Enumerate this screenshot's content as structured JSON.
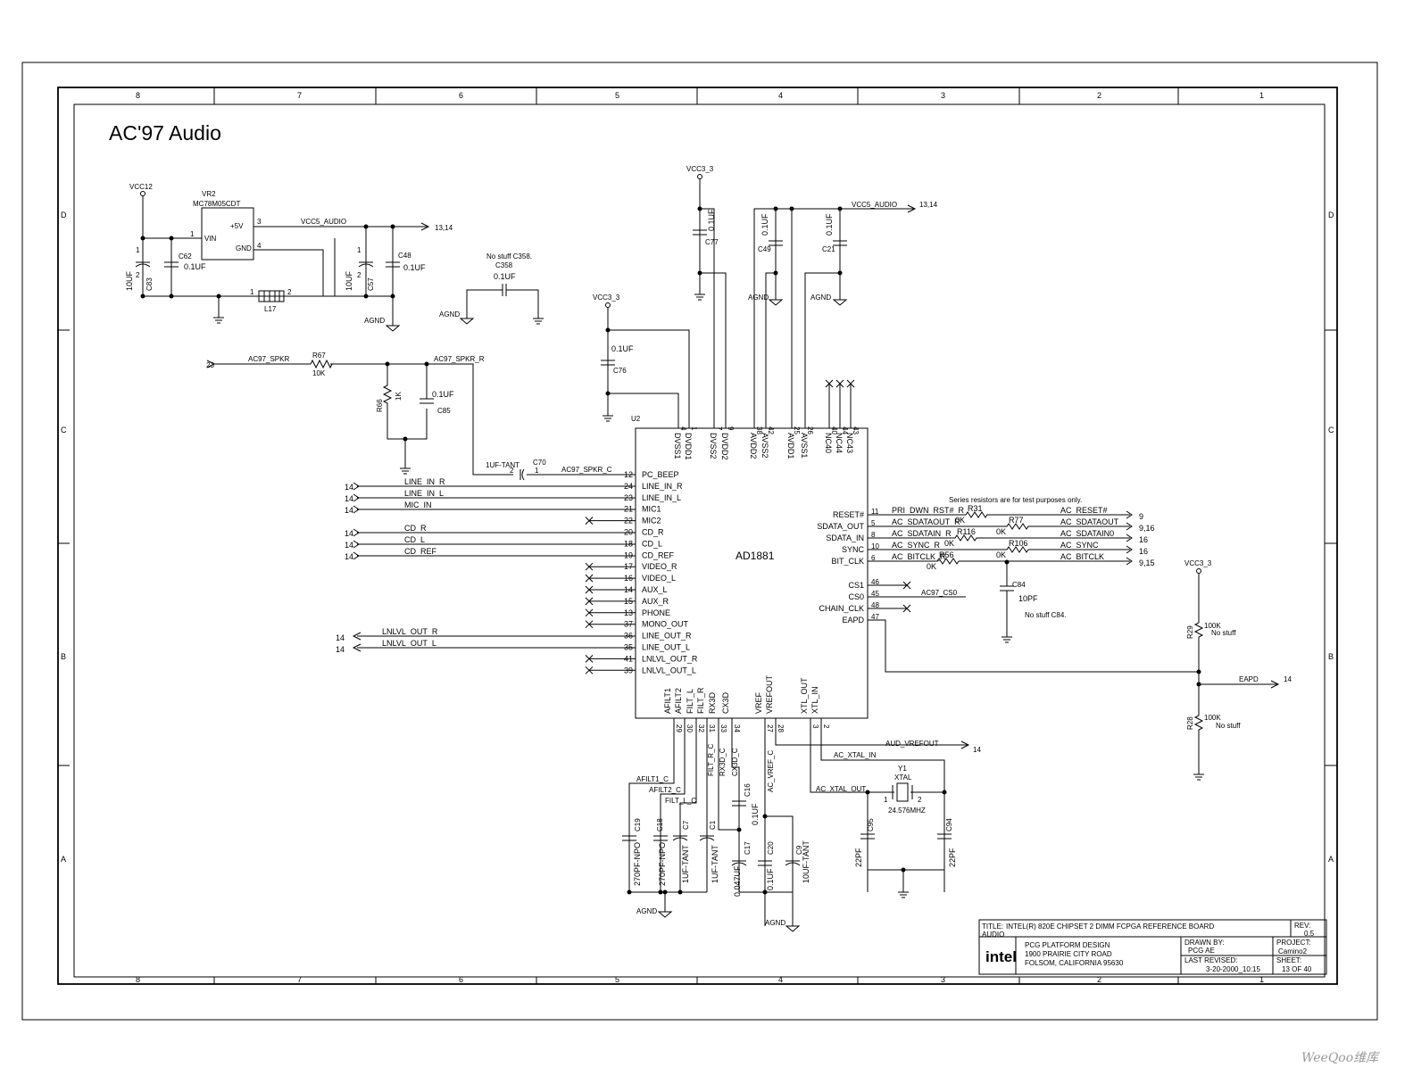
{
  "sheet": {
    "heading": "AC'97 Audio",
    "col_labels": [
      "8",
      "7",
      "6",
      "5",
      "4",
      "3",
      "2",
      "1"
    ],
    "row_labels": [
      "D",
      "C",
      "B",
      "A"
    ]
  },
  "nets": {
    "vcc12": "VCC12",
    "vcc3_3": "VCC3_3",
    "vcc5_audio": "VCC5_AUDIO",
    "agnd": "AGND",
    "ac97_spkr": "AC97_SPKR",
    "ac97_spkr_r": "AC97_SPKR_R",
    "ac97_spkr_c": "AC97_SPKR_C",
    "afilt1_c": "AFILT1_C",
    "afilt2_c": "AFILT2_C",
    "filt_l_c": "FILT_L_C",
    "filt_r_c": "FILT_R_C",
    "rx3d_c": "RX3D_C",
    "cx3d_c": "CX3D_C",
    "ac_vref_c": "AC_VREF_C",
    "aud_vrefout": "AUD_VREFOUT",
    "ac_xtal_in": "AC_XTAL_IN",
    "ac_xtal_out": "AC_XTAL_OUT",
    "eapd": "EAPD",
    "ac97_cs0": "AC97_CS0",
    "ref_13_14": "13,14",
    "ref_14": "14",
    "ref_23": "23"
  },
  "regulator": {
    "refdes": "VR2",
    "part": "MC78M05CDT",
    "pin_vin": "VIN",
    "pin_5v": "+5V",
    "pin_gnd": "GND",
    "n1": "1",
    "n3": "3",
    "n4": "4"
  },
  "passives": {
    "c83": "C83",
    "c83_val": "10UF",
    "c62": "C62",
    "c62_val": "0.1UF",
    "c57": "C57",
    "c57_val": "10UF",
    "c48": "C48",
    "c48_val": "0.1UF",
    "l17": "L17",
    "l17_p1": "1",
    "l17_p2": "2",
    "c358_note": "No stuff C358.",
    "c358": "C358",
    "c358_val": "0.1UF",
    "c77": "C77",
    "c77_val": "0.1UF",
    "c49": "C49",
    "c49_val": "0.1UF",
    "c21": "C21",
    "c21_val": "0.1UF",
    "c76": "C76",
    "c76_val": "0.1UF",
    "r67": "R67",
    "r67_val": "10K",
    "r66": "R66",
    "r66_val": "1K",
    "c85": "C85",
    "c85_val": "0.1UF",
    "c70": "C70",
    "c70_val": "1UF-TANT",
    "c84": "C84",
    "c84_val": "10PF",
    "c84_note": "No stuff C84.",
    "r29": "R29",
    "r29_val": "100K",
    "r29_note": "No stuff",
    "r28": "R28",
    "r28_val": "100K",
    "r28_note": "No stuff",
    "c19": "C19",
    "c19_val": "270PF-NPO",
    "c18": "C18",
    "c18_val": "270PF-NPO",
    "c7": "C7",
    "c7_val": "1UF-TANT",
    "c1": "C1",
    "c1_val": "1UF-TANT",
    "c16": "C16",
    "c16_val": "0.1UF",
    "c17": "C17",
    "c17_val": "0.047UF",
    "c20": "C20",
    "c20_val": "0.1UF",
    "c9": "C9",
    "c9_val": "10UF-TANT",
    "c95": "C95",
    "c95_val": "22PF",
    "c94": "C94",
    "c94_val": "22PF",
    "y1": "Y1",
    "y1_type": "XTAL",
    "y1_val": "24.576MHZ",
    "p1": "1",
    "p2": "2"
  },
  "chip": {
    "refdes": "U2",
    "part": "AD1881",
    "top_pins": [
      {
        "num": "4",
        "name": "DVSS1"
      },
      {
        "num": "1",
        "name": "DVDD1"
      },
      {
        "num": "7",
        "name": "DVSS2"
      },
      {
        "num": "9",
        "name": "DVDD2"
      },
      {
        "num": "38",
        "name": "AVDD2"
      },
      {
        "num": "42",
        "name": "AVSS2"
      },
      {
        "num": "25",
        "name": "AVDD1"
      },
      {
        "num": "26",
        "name": "AVSS1"
      },
      {
        "num": "40",
        "name": "NC40"
      },
      {
        "num": "44",
        "name": "NC44"
      },
      {
        "num": "43",
        "name": "NC43"
      }
    ],
    "left_pins": [
      {
        "num": "12",
        "name": "PC_BEEP"
      },
      {
        "num": "24",
        "name": "LINE_IN_R"
      },
      {
        "num": "23",
        "name": "LINE_IN_L"
      },
      {
        "num": "21",
        "name": "MIC1"
      },
      {
        "num": "22",
        "name": "MIC2"
      },
      {
        "num": "20",
        "name": "CD_R"
      },
      {
        "num": "18",
        "name": "CD_L"
      },
      {
        "num": "19",
        "name": "CD_REF"
      },
      {
        "num": "17",
        "name": "VIDEO_R"
      },
      {
        "num": "16",
        "name": "VIDEO_L"
      },
      {
        "num": "14",
        "name": "AUX_L"
      },
      {
        "num": "15",
        "name": "AUX_R"
      },
      {
        "num": "13",
        "name": "PHONE"
      },
      {
        "num": "37",
        "name": "MONO_OUT"
      },
      {
        "num": "36",
        "name": "LINE_OUT_R"
      },
      {
        "num": "35",
        "name": "LINE_OUT_L"
      },
      {
        "num": "41",
        "name": "LNLVL_OUT_R"
      },
      {
        "num": "39",
        "name": "LNLVL_OUT_L"
      }
    ],
    "right_pins": [
      {
        "num": "11",
        "name": "RESET#"
      },
      {
        "num": "5",
        "name": "SDATA_OUT"
      },
      {
        "num": "8",
        "name": "SDATA_IN"
      },
      {
        "num": "10",
        "name": "SYNC"
      },
      {
        "num": "6",
        "name": "BIT_CLK"
      },
      {
        "num": "46",
        "name": "CS1"
      },
      {
        "num": "45",
        "name": "CS0"
      },
      {
        "num": "48",
        "name": "CHAIN_CLK"
      },
      {
        "num": "47",
        "name": "EAPD"
      }
    ],
    "bottom_pins": [
      {
        "num": "29",
        "name": "AFILT1"
      },
      {
        "num": "30",
        "name": "AFILT2"
      },
      {
        "num": "32",
        "name": "FILT_L"
      },
      {
        "num": "31",
        "name": "FILT_R"
      },
      {
        "num": "33",
        "name": "RX3D"
      },
      {
        "num": "34",
        "name": "CX3D"
      },
      {
        "num": "27",
        "name": "VREF"
      },
      {
        "num": "28",
        "name": "VREFOUT"
      },
      {
        "num": "3",
        "name": "XTL_OUT"
      },
      {
        "num": "2",
        "name": "XTL_IN"
      }
    ]
  },
  "left_nets": [
    {
      "ref": "14",
      "name": "LINE_IN_R"
    },
    {
      "ref": "14",
      "name": "LINE_IN_L"
    },
    {
      "ref": "14",
      "name": "MIC_IN"
    },
    {
      "ref": "14",
      "name": "CD_R"
    },
    {
      "ref": "14",
      "name": "CD_L"
    },
    {
      "ref": "14",
      "name": "CD_REF"
    },
    {
      "ref": "14",
      "name": "LNLVL_OUT_R"
    },
    {
      "ref": "14",
      "name": "LNLVL_OUT_L"
    }
  ],
  "digital": {
    "note": "Series resistors are for test purposes only.",
    "rows": [
      {
        "chip_net": "PRI_DWN_RST#_R",
        "res": "R31",
        "res_val": "0K",
        "bus": "AC_RESET#",
        "ref": "9"
      },
      {
        "chip_net": "AC_SDATAOUT_R",
        "res": "R77",
        "res_val": "0K",
        "bus": "AC_SDATAOUT",
        "ref": "9,16"
      },
      {
        "chip_net": "AC_SDATAIN_R",
        "res": "R116",
        "res_val": "0K",
        "bus": "AC_SDATAIN0",
        "ref": "16"
      },
      {
        "chip_net": "AC_SYNC_R",
        "res": "R106",
        "res_val": "0K",
        "bus": "AC_SYNC",
        "ref": "16"
      },
      {
        "chip_net": "AC_BITCLK_R",
        "res": "R56",
        "res_val": "0K",
        "bus": "AC_BITCLK",
        "ref": "9,15"
      }
    ]
  },
  "title_block": {
    "title_label": "TITLE:",
    "title": "INTEL(R) 820E CHIPSET 2 DIMM FCPGA REFERENCE BOARD",
    "subtitle": "AUDIO",
    "rev_label": "REV:",
    "rev": "0.5",
    "logo": "intel",
    "company": "PCG PLATFORM DESIGN",
    "address1": "1900 PRAIRIE CITY ROAD",
    "address2": "FOLSOM, CALIFORNIA 95630",
    "drawn_by_label": "DRAWN BY:",
    "drawn_by": "PCG AE",
    "project_label": "PROJECT:",
    "project": "Camino2",
    "last_revised_label": "LAST REVISED:",
    "last_revised": "3-20-2000_10:15",
    "sheet_label": "SHEET:",
    "sheet": "13 OF 40"
  },
  "watermark": "WeeQoo维库"
}
